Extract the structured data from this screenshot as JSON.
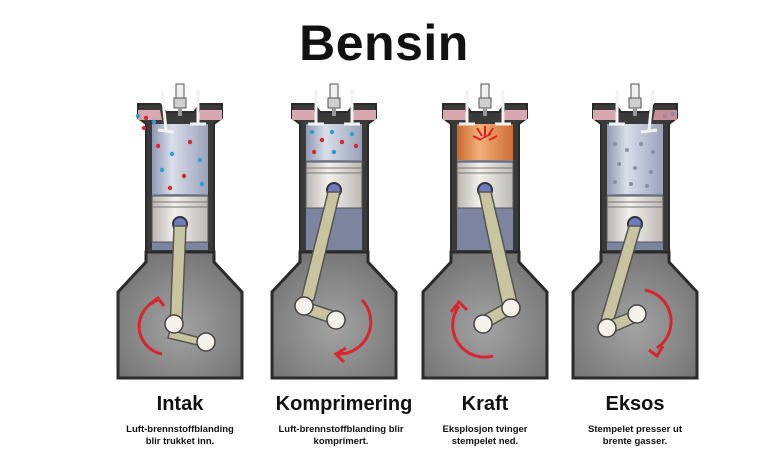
{
  "title": "Bensin",
  "stages": [
    {
      "name": "Intak",
      "desc_line1": "Luft-brennstoffblanding",
      "desc_line2": "blir trukket inn."
    },
    {
      "name": "Komprimering",
      "desc_line1": "Luft-brennstoffblanding blir",
      "desc_line2": "komprimert."
    },
    {
      "name": "Kraft",
      "desc_line1": "Eksplosjon tvinger",
      "desc_line2": "stempelet ned."
    },
    {
      "name": "Eksos",
      "desc_line1": "Stempelet presser ut",
      "desc_line2": "brente gasser."
    }
  ],
  "colors": {
    "cylinder_fill": "#b9c0d4",
    "crankcase": "#8c8c8c",
    "outline": "#2b2b2b",
    "piston": "#e4e1dc",
    "rod": "#c8c4a0",
    "arrow": "#d8262f",
    "explosion": "#e48a50"
  },
  "icons": [
    "spark-plug-icon",
    "intake-valve-icon",
    "exhaust-valve-icon",
    "piston-icon",
    "connecting-rod-icon",
    "crankshaft-icon",
    "rotation-arrow-icon",
    "explosion-icon"
  ]
}
